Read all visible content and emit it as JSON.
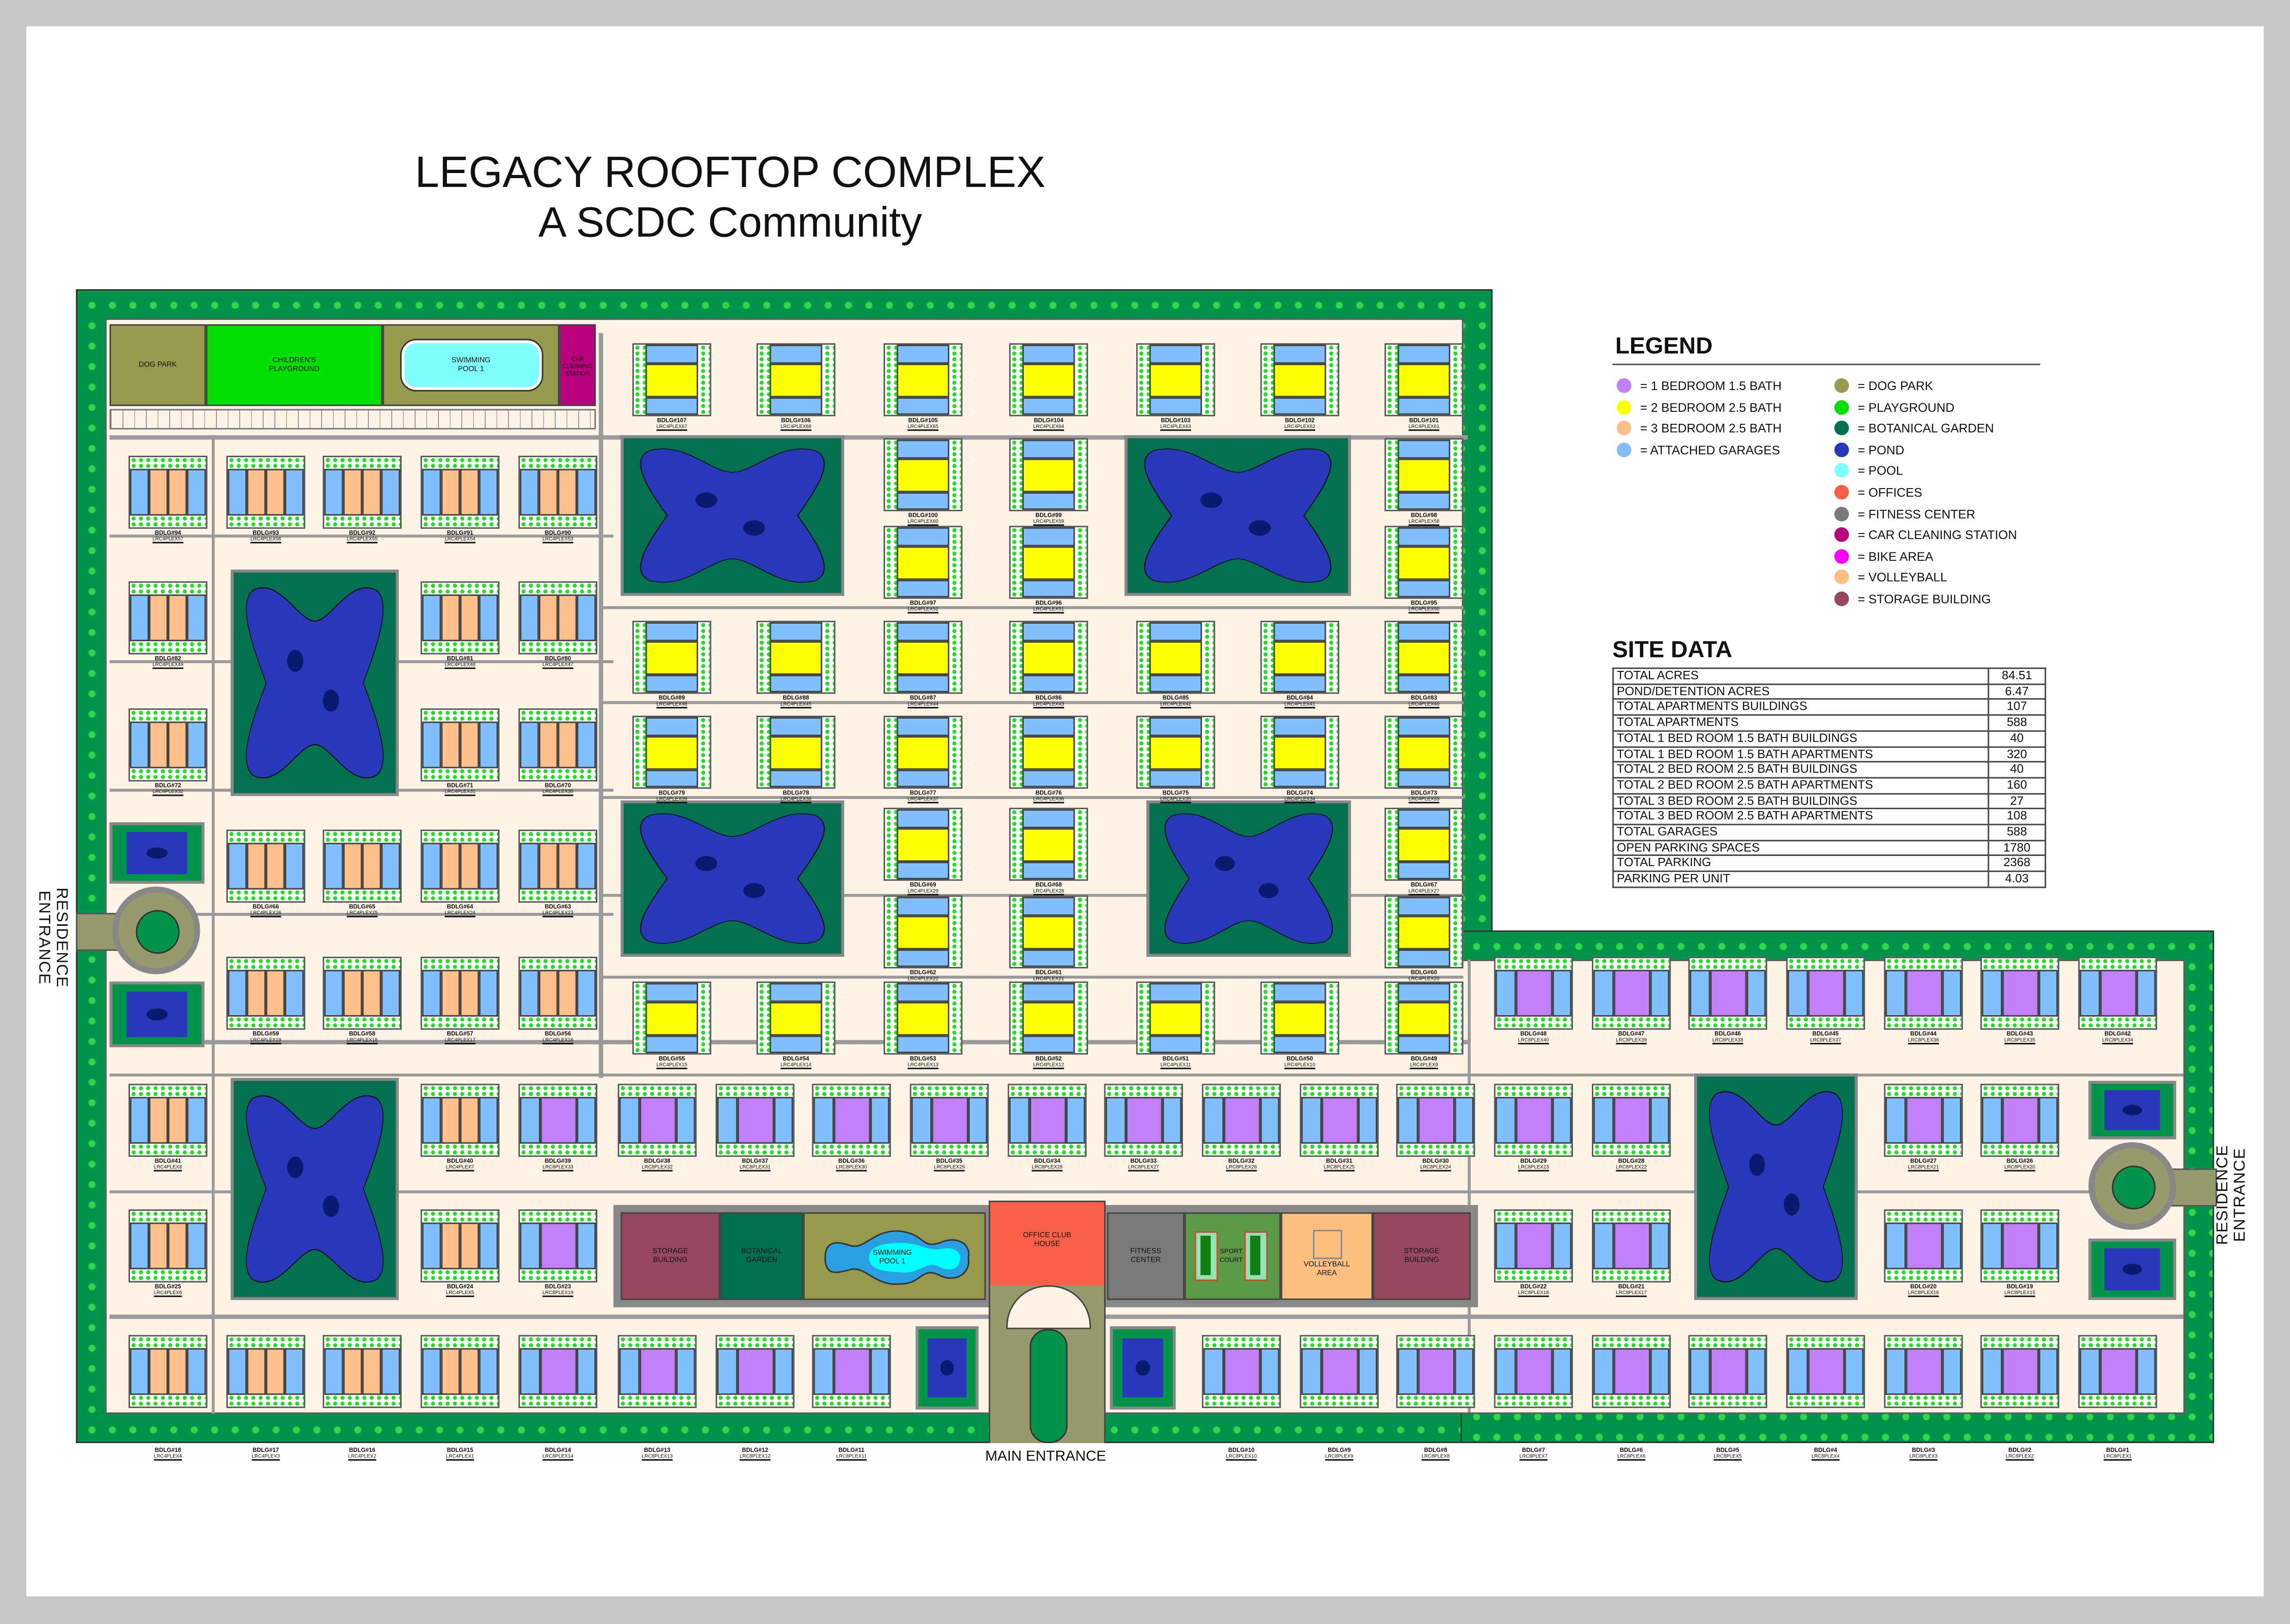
{
  "title": {
    "line1": "LEGACY ROOFTOP COMPLEX",
    "line2": "A SCDC Community"
  },
  "colors": {
    "bed1": "#c080f8",
    "bed2": "#ffff00",
    "bed3": "#fdc08a",
    "garage": "#80c0ff",
    "dog_park": "#979a4c",
    "playground": "#00e000",
    "botanical": "#007050",
    "pond": "#2838b8",
    "pool": "#80ffff",
    "offices": "#f86048",
    "fitness": "#7a7a7a",
    "car_cleaning": "#b8007e",
    "bike": "#ff00ff",
    "volleyball": "#fdc080",
    "storage": "#98485c",
    "site_green": "#00944a"
  },
  "legend": {
    "title": "LEGEND",
    "units": [
      {
        "label": "= 1 BEDROOM 1.5 BATH",
        "color": "#c080f8"
      },
      {
        "label": "= 2 BEDROOM 2.5 BATH",
        "color": "#ffff00"
      },
      {
        "label": "= 3 BEDROOM 2.5 BATH",
        "color": "#fdc08a"
      },
      {
        "label": "= ATTACHED GARAGES",
        "color": "#80c0ff"
      }
    ],
    "amenities": [
      {
        "label": "= DOG PARK",
        "color": "#979a4c"
      },
      {
        "label": "= PLAYGROUND",
        "color": "#00e000"
      },
      {
        "label": "= BOTANICAL GARDEN",
        "color": "#007050"
      },
      {
        "label": "= POND",
        "color": "#2838b8"
      },
      {
        "label": "= POOL",
        "color": "#80ffff"
      },
      {
        "label": "= OFFICES",
        "color": "#f86048"
      },
      {
        "label": "= FITNESS CENTER",
        "color": "#7a7a7a"
      },
      {
        "label": "= CAR CLEANING STATION",
        "color": "#b8007e"
      },
      {
        "label": "= BIKE AREA",
        "color": "#ff00ff"
      },
      {
        "label": "= VOLLEYBALL",
        "color": "#fdc080"
      },
      {
        "label": "= STORAGE BUILDING",
        "color": "#98485c"
      }
    ]
  },
  "site_data": {
    "title": "SITE DATA",
    "rows": [
      {
        "label": "TOTAL ACRES",
        "value": "84.51"
      },
      {
        "label": "POND/DETENTION ACRES",
        "value": "6.47"
      },
      {
        "label": "TOTAL APARTMENTS BUILDINGS",
        "value": "107"
      },
      {
        "label": "TOTAL APARTMENTS",
        "value": "588"
      },
      {
        "label": "TOTAL 1 BED ROOM 1.5 BATH BUILDINGS",
        "value": "40"
      },
      {
        "label": "TOTAL 1 BED ROOM 1.5 BATH APARTMENTS",
        "value": "320"
      },
      {
        "label": "TOTAL 2 BED ROOM 2.5 BATH BUILDINGS",
        "value": "40"
      },
      {
        "label": "TOTAL 2 BED ROOM 2.5 BATH APARTMENTS",
        "value": "160"
      },
      {
        "label": "TOTAL 3 BED ROOM 2.5 BATH BUILDINGS",
        "value": "27"
      },
      {
        "label": "TOTAL 3 BED ROOM 2.5 BATH APARTMENTS",
        "value": "108"
      },
      {
        "label": "TOTAL GARAGES",
        "value": "588"
      },
      {
        "label": "OPEN PARKING SPACES",
        "value": "1780"
      },
      {
        "label": "TOTAL PARKING",
        "value": "2368"
      },
      {
        "label": "PARKING PER UNIT",
        "value": "4.03"
      }
    ]
  },
  "amenities": {
    "dog_park": "DOG PARK",
    "playground": "CHILDREN'S PLAYGROUND",
    "pool_top": "SWIMMING POOL 1",
    "car_cleaning": "CAR CLEANING STATION",
    "storage_left": "STORAGE BUILDING",
    "botanical": "BOTANICAL GARDEN",
    "pool_bottom": "SWIMMING POOL 1",
    "office": "OFFICE CLUB HOUSE",
    "fitness": "FITNESS CENTER",
    "sport": "SPORT COURT",
    "volleyball": "VOLLEYBALL AREA",
    "storage_right": "STORAGE BUILDING"
  },
  "entrances": {
    "main": "MAIN ENTRANCE",
    "left": "RESIDENCE ENTRANCE",
    "right": "RESIDENCE ENTRANCE"
  },
  "buildings": [
    {
      "label": "BDLG#107",
      "code": "LRC4PLEX67",
      "type": "2br"
    },
    {
      "label": "BDLG#106",
      "code": "LRC4PLEX66",
      "type": "2br"
    },
    {
      "label": "BDLG#105",
      "code": "LRC4PLEX65",
      "type": "2br"
    },
    {
      "label": "BDLG#104",
      "code": "LRC4PLEX64",
      "type": "2br"
    },
    {
      "label": "BDLG#103",
      "code": "LRC4PLEX63",
      "type": "2br"
    },
    {
      "label": "BDLG#102",
      "code": "LRC4PLEX62",
      "type": "2br"
    },
    {
      "label": "BDLG#101",
      "code": "LRC4PLEX61",
      "type": "2br"
    },
    {
      "label": "BDLG#100",
      "code": "LRC4PLEX60",
      "type": "2br"
    },
    {
      "label": "BDLG#99",
      "code": "LRC4PLEX59",
      "type": "2br"
    },
    {
      "label": "BDLG#98",
      "code": "LRC4PLEX58",
      "type": "2br"
    },
    {
      "label": "BDLG#97",
      "code": "LRC4PLEX52",
      "type": "2br"
    },
    {
      "label": "BDLG#96",
      "code": "LRC4PLEX51",
      "type": "2br"
    },
    {
      "label": "BDLG#95",
      "code": "LRC4PLEX50",
      "type": "2br"
    },
    {
      "label": "BDLG#89",
      "code": "LRC4PLEX46",
      "type": "2br"
    },
    {
      "label": "BDLG#88",
      "code": "LRC4PLEX45",
      "type": "2br"
    },
    {
      "label": "BDLG#87",
      "code": "LRC4PLEX44",
      "type": "2br"
    },
    {
      "label": "BDLG#86",
      "code": "LRC4PLEX43",
      "type": "2br"
    },
    {
      "label": "BDLG#85",
      "code": "LRC4PLEX42",
      "type": "2br"
    },
    {
      "label": "BDLG#84",
      "code": "LRC4PLEX41",
      "type": "2br"
    },
    {
      "label": "BDLG#83",
      "code": "LRC4PLEX40",
      "type": "2br"
    },
    {
      "label": "BDLG#79",
      "code": "LRC4PLEX39",
      "type": "2br"
    },
    {
      "label": "BDLG#78",
      "code": "LRC4PLEX38",
      "type": "2br"
    },
    {
      "label": "BDLG#77",
      "code": "LRC4PLEX37",
      "type": "2br"
    },
    {
      "label": "BDLG#76",
      "code": "LRC4PLEX36",
      "type": "2br"
    },
    {
      "label": "BDLG#75",
      "code": "LRC4PLEX35",
      "type": "2br"
    },
    {
      "label": "BDLG#74",
      "code": "LRC4PLEX34",
      "type": "2br"
    },
    {
      "label": "BDLG#73",
      "code": "LRC4PLEX33",
      "type": "2br"
    },
    {
      "label": "BDLG#69",
      "code": "LRC4PLEX29",
      "type": "2br"
    },
    {
      "label": "BDLG#68",
      "code": "LRC4PLEX28",
      "type": "2br"
    },
    {
      "label": "BDLG#67",
      "code": "LRC4PLEX27",
      "type": "2br"
    },
    {
      "label": "BDLG#62",
      "code": "LRC4PLEX22",
      "type": "2br"
    },
    {
      "label": "BDLG#61",
      "code": "LRC4PLEX21",
      "type": "2br"
    },
    {
      "label": "BDLG#60",
      "code": "LRC4PLEX20",
      "type": "2br"
    },
    {
      "label": "BDLG#55",
      "code": "LRC4PLEX15",
      "type": "2br"
    },
    {
      "label": "BDLG#54",
      "code": "LRC4PLEX14",
      "type": "2br"
    },
    {
      "label": "BDLG#53",
      "code": "LRC4PLEX13",
      "type": "2br"
    },
    {
      "label": "BDLG#52",
      "code": "LRC4PLEX12",
      "type": "2br"
    },
    {
      "label": "BDLG#51",
      "code": "LRC4PLEX11",
      "type": "2br"
    },
    {
      "label": "BDLG#50",
      "code": "LRC4PLEX10",
      "type": "2br"
    },
    {
      "label": "BDLG#49",
      "code": "LRC4PLEX9",
      "type": "2br"
    },
    {
      "label": "BDLG#94",
      "code": "LRC4PLEX57",
      "type": "3br"
    },
    {
      "label": "BDLG#93",
      "code": "LRC4PLEX56",
      "type": "3br"
    },
    {
      "label": "BDLG#92",
      "code": "LRC4PLEX55",
      "type": "3br"
    },
    {
      "label": "BDLG#91",
      "code": "LRC4PLEX54",
      "type": "3br"
    },
    {
      "label": "BDLG#90",
      "code": "LRC4PLEX53",
      "type": "3br"
    },
    {
      "label": "BDLG#82",
      "code": "LRC4PLEX49",
      "type": "3br"
    },
    {
      "label": "BDLG#81",
      "code": "LRC4PLEX48",
      "type": "3br"
    },
    {
      "label": "BDLG#80",
      "code": "LRC4PLEX47",
      "type": "3br"
    },
    {
      "label": "BDLG#72",
      "code": "LRC4PLEX32",
      "type": "3br"
    },
    {
      "label": "BDLG#71",
      "code": "LRC4PLEX31",
      "type": "3br"
    },
    {
      "label": "BDLG#70",
      "code": "LRC4PLEX30",
      "type": "3br"
    },
    {
      "label": "BDLG#66",
      "code": "LRC4PLEX26",
      "type": "3br"
    },
    {
      "label": "BDLG#65",
      "code": "LRC4PLEX25",
      "type": "3br"
    },
    {
      "label": "BDLG#64",
      "code": "LRC4PLEX24",
      "type": "3br"
    },
    {
      "label": "BDLG#63",
      "code": "LRC4PLEX23",
      "type": "3br"
    },
    {
      "label": "BDLG#59",
      "code": "LRC4PLEX19",
      "type": "3br"
    },
    {
      "label": "BDLG#58",
      "code": "LRC4PLEX18",
      "type": "3br"
    },
    {
      "label": "BDLG#57",
      "code": "LRC4PLEX17",
      "type": "3br"
    },
    {
      "label": "BDLG#56",
      "code": "LRC4PLEX16",
      "type": "3br"
    },
    {
      "label": "BDLG#41",
      "code": "LRC4PLEX8",
      "type": "3br"
    },
    {
      "label": "BDLG#40",
      "code": "LRC4PLEX7",
      "type": "3br"
    },
    {
      "label": "BDLG#25",
      "code": "LRC4PLEX6",
      "type": "3br"
    },
    {
      "label": "BDLG#24",
      "code": "LRC4PLEX5",
      "type": "3br"
    },
    {
      "label": "BDLG#18",
      "code": "LRC4PLEX4",
      "type": "3br"
    },
    {
      "label": "BDLG#17",
      "code": "LRC4PLEX3",
      "type": "3br"
    },
    {
      "label": "BDLG#16",
      "code": "LRC4PLEX2",
      "type": "3br"
    },
    {
      "label": "BDLG#15",
      "code": "LRC4PLEX1",
      "type": "3br"
    },
    {
      "label": "BDLG#39",
      "code": "LRC8PLEX33",
      "type": "1br"
    },
    {
      "label": "BDLG#38",
      "code": "LRC8PLEX32",
      "type": "1br"
    },
    {
      "label": "BDLG#37",
      "code": "LRC8PLEX31",
      "type": "1br"
    },
    {
      "label": "BDLG#36",
      "code": "LRC8PLEX30",
      "type": "1br"
    },
    {
      "label": "BDLG#35",
      "code": "LRC8PLEX29",
      "type": "1br"
    },
    {
      "label": "BDLG#34",
      "code": "LRC8PLEX28",
      "type": "1br"
    },
    {
      "label": "BDLG#33",
      "code": "LRC8PLEX27",
      "type": "1br"
    },
    {
      "label": "BDLG#32",
      "code": "LRC8PLEX26",
      "type": "1br"
    },
    {
      "label": "BDLG#31",
      "code": "LRC8PLEX25",
      "type": "1br"
    },
    {
      "label": "BDLG#30",
      "code": "LRC8PLEX24",
      "type": "1br"
    },
    {
      "label": "BDLG#29",
      "code": "LRC8PLEX23",
      "type": "1br"
    },
    {
      "label": "BDLG#28",
      "code": "LRC8PLEX22",
      "type": "1br"
    },
    {
      "label": "BDLG#27",
      "code": "LRC8PLEX21",
      "type": "1br"
    },
    {
      "label": "BDLG#26",
      "code": "LRC8PLEX20",
      "type": "1br"
    },
    {
      "label": "BDLG#48",
      "code": "LRC8PLEX40",
      "type": "1br"
    },
    {
      "label": "BDLG#47",
      "code": "LRC8PLEX39",
      "type": "1br"
    },
    {
      "label": "BDLG#46",
      "code": "LRC8PLEX38",
      "type": "1br"
    },
    {
      "label": "BDLG#45",
      "code": "LRC8PLEX37",
      "type": "1br"
    },
    {
      "label": "BDLG#44",
      "code": "LRC8PLEX36",
      "type": "1br"
    },
    {
      "label": "BDLG#43",
      "code": "LRC8PLEX35",
      "type": "1br"
    },
    {
      "label": "BDLG#42",
      "code": "LRC8PLEX34",
      "type": "1br"
    },
    {
      "label": "BDLG#23",
      "code": "LRC8PLEX19",
      "type": "1br"
    },
    {
      "label": "BDLG#22",
      "code": "LRC8PLEX18",
      "type": "1br"
    },
    {
      "label": "BDLG#21",
      "code": "LRC8PLEX17",
      "type": "1br"
    },
    {
      "label": "BDLG#20",
      "code": "LRC8PLEX16",
      "type": "1br"
    },
    {
      "label": "BDLG#19",
      "code": "LRC8PLEX15",
      "type": "1br"
    },
    {
      "label": "BDLG#14",
      "code": "LRC8PLEX14",
      "type": "1br"
    },
    {
      "label": "BDLG#13",
      "code": "LRC8PLEX13",
      "type": "1br"
    },
    {
      "label": "BDLG#12",
      "code": "LRC8PLEX12",
      "type": "1br"
    },
    {
      "label": "BDLG#11",
      "code": "LRC8PLEX11",
      "type": "1br"
    },
    {
      "label": "BDLG#10",
      "code": "LRC8PLEX10",
      "type": "1br"
    },
    {
      "label": "BDLG#9",
      "code": "LRC8PLEX9",
      "type": "1br"
    },
    {
      "label": "BDLG#8",
      "code": "LRC8PLEX8",
      "type": "1br"
    },
    {
      "label": "BDLG#7",
      "code": "LRC8PLEX7",
      "type": "1br"
    },
    {
      "label": "BDLG#6",
      "code": "LRC8PLEX6",
      "type": "1br"
    },
    {
      "label": "BDLG#5",
      "code": "LRC8PLEX5",
      "type": "1br"
    },
    {
      "label": "BDLG#4",
      "code": "LRC8PLEX4",
      "type": "1br"
    },
    {
      "label": "BDLG#3",
      "code": "LRC8PLEX3",
      "type": "1br"
    },
    {
      "label": "BDLG#2",
      "code": "LRC8PLEX2",
      "type": "1br"
    },
    {
      "label": "BDLG#1",
      "code": "LRC8PLEX1",
      "type": "1br"
    }
  ]
}
